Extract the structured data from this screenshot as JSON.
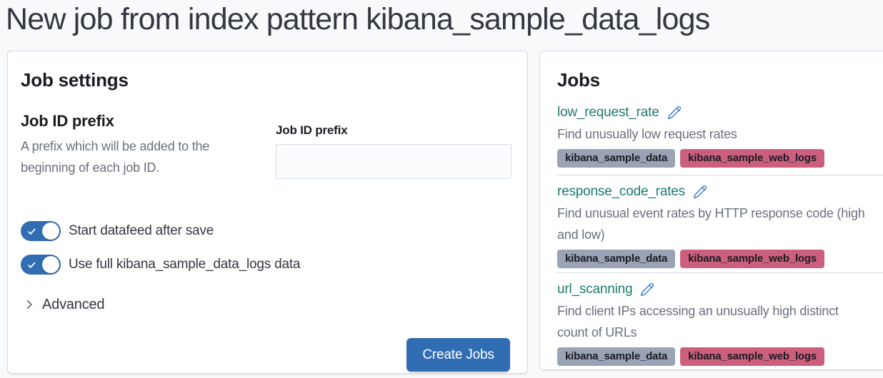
{
  "page": {
    "title": "New job from index pattern kibana_sample_data_logs"
  },
  "job_settings": {
    "heading": "Job settings",
    "prefix_section": {
      "heading": "Job ID prefix",
      "description": "A prefix which will be added to the\nbeginning of each job ID.",
      "field_label": "Job ID prefix",
      "field_value": ""
    },
    "toggles": [
      {
        "label": "Start datafeed after save",
        "checked": true
      },
      {
        "label": "Use full kibana_sample_data_logs data",
        "checked": true
      }
    ],
    "advanced_label": "Advanced",
    "create_button_label": "Create Jobs"
  },
  "jobs_panel": {
    "heading": "Jobs",
    "jobs": [
      {
        "id": "low_request_rate",
        "description": "Find unusually low request rates",
        "badges": [
          {
            "label": "kibana_sample_data",
            "color": "gray"
          },
          {
            "label": "kibana_sample_web_logs",
            "color": "pink"
          }
        ]
      },
      {
        "id": "response_code_rates",
        "description": "Find unusual event rates by HTTP response code (high\nand low)",
        "badges": [
          {
            "label": "kibana_sample_data",
            "color": "gray"
          },
          {
            "label": "kibana_sample_web_logs",
            "color": "pink"
          }
        ]
      },
      {
        "id": "url_scanning",
        "description": "Find client IPs accessing an unusually high distinct\ncount of URLs",
        "badges": [
          {
            "label": "kibana_sample_data",
            "color": "gray"
          },
          {
            "label": "kibana_sample_web_logs",
            "color": "pink"
          }
        ]
      }
    ]
  },
  "colors": {
    "primary_blue": "#306db3",
    "link_teal": "#1c7a6e",
    "pencil_blue": "#4583c8",
    "badge_gray": "#9aa3b5",
    "badge_pink": "#cd5f7e",
    "text_subdued": "#69707d",
    "panel_border": "#d3dae6"
  },
  "icons": {
    "toggle_check": "check-icon",
    "advanced_chevron": "chevron-right-icon",
    "job_edit": "pencil-icon"
  }
}
